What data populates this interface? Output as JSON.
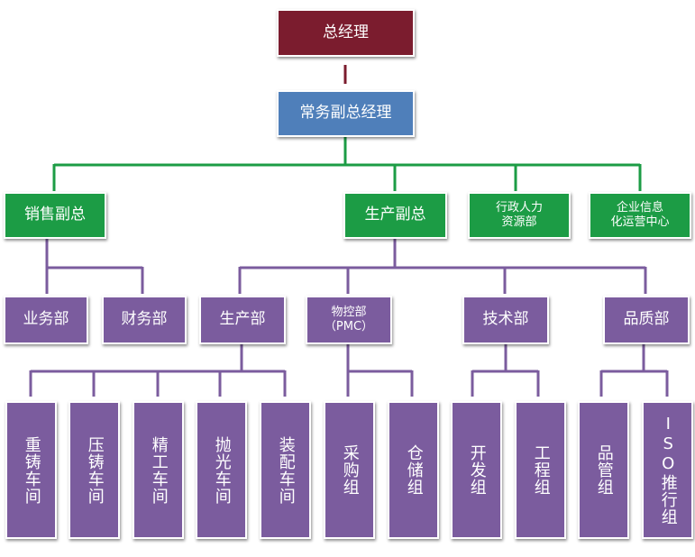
{
  "top": {
    "gm": "总经理",
    "exec_vgm": "常务副总经理"
  },
  "level2": {
    "sales_vp": "销售副总",
    "prod_vp": "生产副总",
    "admin_hr": [
      "行政人力",
      "资源部"
    ],
    "it_ops": [
      "企业信息",
      "化运营中心"
    ]
  },
  "level3": {
    "business": "业务部",
    "finance": "财务部",
    "production": "生产部",
    "pmc": [
      "物控部",
      "（PMC）"
    ],
    "tech": "技术部",
    "quality": "品质部"
  },
  "level4": {
    "heavy_casting": "重铸车间",
    "die_casting": "压铸车间",
    "finishing": "精工车间",
    "polishing": "抛光车间",
    "assembly": "装配车间",
    "purchasing": "采购组",
    "warehouse": "仓储组",
    "development": "开发组",
    "engineering": "工程组",
    "qc": "品管组",
    "iso": "ISO推行组"
  },
  "colors": {
    "top": "#7b1c2e",
    "exec": "#4f7fba",
    "level2": "#1c9c45",
    "level34": "#7b5c9e",
    "line_red": "#7b1c2e",
    "line_green": "#1c9c45",
    "line_purple": "#7b5c9e"
  }
}
